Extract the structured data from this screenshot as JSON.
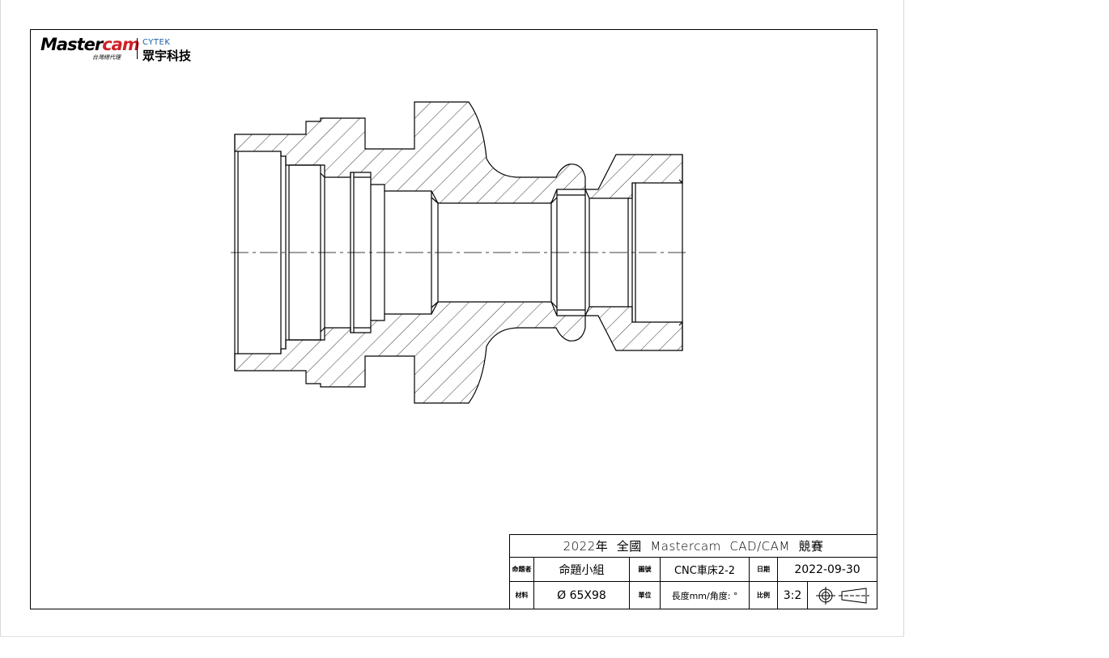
{
  "logo": {
    "brand_left": "Master",
    "brand_right": "cam",
    "brand_sub": "台灣總代理",
    "partner_en": "CYTEK",
    "partner_cn": "眾宇科技"
  },
  "title_block": {
    "title": "2022年  全國  Mastercam  CAD/CAM  競賽",
    "designer_label": "命題者",
    "designer_value": "命題小組",
    "drawing_no_label": "圖號",
    "drawing_no_value": "CNC車床2-2",
    "date_label": "日期",
    "date_value": "2022-09-30",
    "material_label": "材料",
    "material_value": "Ø 65X98",
    "unit_label": "單位",
    "unit_value": "長度mm/角度: °",
    "scale_label": "比例",
    "scale_value": "3:2",
    "projection_icon": "first-angle-projection-icon"
  },
  "colors": {
    "brand_red": "#d01f26",
    "cytek_blue": "#1a5fa8",
    "line": "#000000"
  }
}
